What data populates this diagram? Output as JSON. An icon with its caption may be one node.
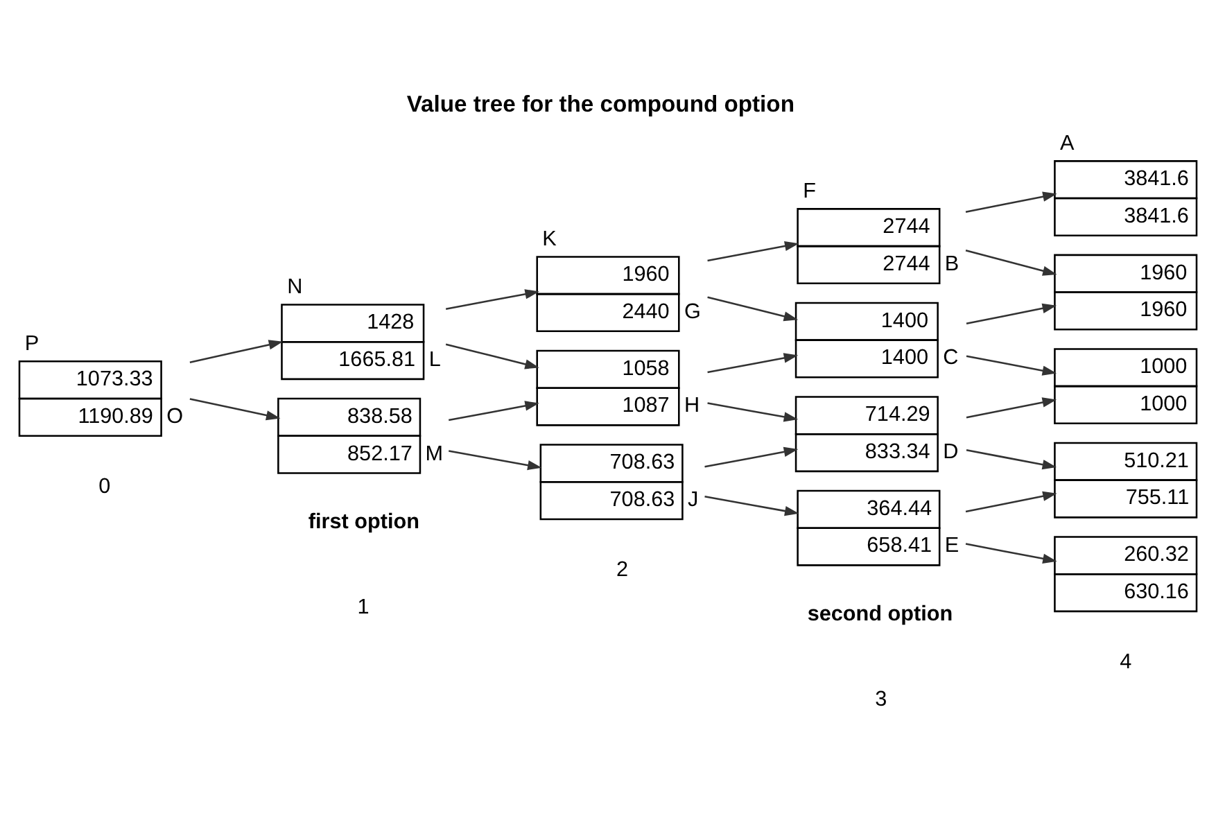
{
  "diagram": {
    "title": "Value tree for the compound option",
    "nodes": [
      {
        "text": [
          "1073.33",
          "1190.89"
        ],
        "beside": [
          "P",
          "O"
        ]
      },
      {
        "text": [
          "1428",
          "1665.81"
        ],
        "beside": [
          "N",
          "L"
        ]
      },
      {
        "text": [
          "838.58",
          "852.17"
        ],
        "beside": [
          "M"
        ]
      },
      {
        "text": [
          "1960",
          "2440"
        ],
        "beside": [
          "K",
          "G"
        ]
      },
      {
        "text": [
          "1058",
          "1087"
        ],
        "beside": [
          "H"
        ]
      },
      {
        "text": [
          "708.63",
          "708.63"
        ],
        "beside": [
          "J"
        ]
      },
      {
        "text": [
          "2744",
          "2744"
        ],
        "beside": [
          "F",
          "B"
        ]
      },
      {
        "text": [
          "1400",
          "1400"
        ],
        "beside": [
          "C"
        ]
      },
      {
        "text": [
          "714.29",
          "833.34"
        ],
        "beside": [
          "D"
        ]
      },
      {
        "text": [
          "364.44",
          "658.41"
        ],
        "beside": [
          "E"
        ]
      },
      {
        "text": [
          "3841.6",
          "3841.6"
        ],
        "beside": [
          "A"
        ]
      },
      {
        "text": [
          "1960",
          "1960"
        ]
      },
      {
        "text": [
          "1000",
          "1000"
        ]
      },
      {
        "text": [
          "510.21",
          "755.11"
        ]
      },
      {
        "text": [
          "260.32",
          "630.16"
        ]
      }
    ],
    "edges": [
      {
        "from": 0,
        "to": 1,
        "arrow": "to"
      },
      {
        "from": 0,
        "to": 2,
        "arrow": "to"
      },
      {
        "from": 1,
        "to": 3,
        "arrow": "to"
      },
      {
        "from": 1,
        "to": 4,
        "arrow": "to"
      },
      {
        "from": 2,
        "to": 4,
        "arrow": "to"
      },
      {
        "from": 2,
        "to": 5,
        "arrow": "to"
      },
      {
        "from": 3,
        "to": 6,
        "arrow": "to"
      },
      {
        "from": 3,
        "to": 7,
        "arrow": "to"
      },
      {
        "from": 4,
        "to": 7,
        "arrow": "to"
      },
      {
        "from": 4,
        "to": 8,
        "arrow": "to"
      },
      {
        "from": 5,
        "to": 8,
        "arrow": "to"
      },
      {
        "from": 5,
        "to": 9,
        "arrow": "to"
      },
      {
        "from": 6,
        "to": 10,
        "arrow": "to"
      },
      {
        "from": 6,
        "to": 11,
        "arrow": "to"
      },
      {
        "from": 7,
        "to": 11,
        "arrow": "to"
      },
      {
        "from": 7,
        "to": 12,
        "arrow": "to"
      },
      {
        "from": 8,
        "to": 12,
        "arrow": "to"
      },
      {
        "from": 8,
        "to": 13,
        "arrow": "to"
      },
      {
        "from": 9,
        "to": 13,
        "arrow": "to"
      },
      {
        "from": 9,
        "to": 14,
        "arrow": "to"
      }
    ],
    "labels": [
      "first option",
      "second option",
      "0",
      "1",
      "2",
      "3",
      "4"
    ]
  }
}
